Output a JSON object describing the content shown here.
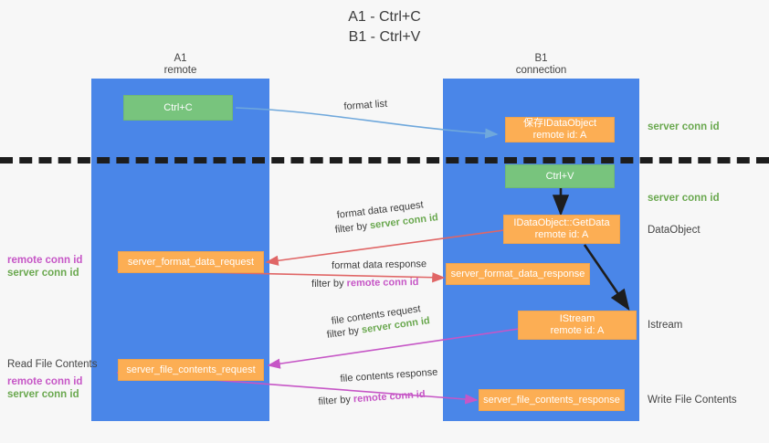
{
  "title": {
    "line1": "A1 - Ctrl+C",
    "line2": "B1 - Ctrl+V"
  },
  "colors": {
    "lane": "#4a86e8",
    "green_box": "#78c47d",
    "orange_box": "#fcae54",
    "server_conn": "#6aa84f",
    "remote_conn": "#c656c6",
    "arrow_blue": "#6fa8dc",
    "arrow_red": "#e06666",
    "arrow_magenta": "#c656c6",
    "arrow_black": "#1d1d1d",
    "divider": "#1d1d1d"
  },
  "lanes": [
    {
      "name": "A1",
      "sub": "remote"
    },
    {
      "name": "B1",
      "sub": "connection"
    }
  ],
  "boxes": {
    "ctrl_c": {
      "label": "Ctrl+C"
    },
    "ctrl_v": {
      "label": "Ctrl+V"
    },
    "set_clipboard": {
      "line1": "保存IDataObject",
      "line2": "remote id: A"
    },
    "getdata": {
      "line1": "IDataObject::GetData",
      "line2": "remote id: A"
    },
    "istream": {
      "line1": "IStream",
      "line2": "remote id: A"
    },
    "format_data_request": {
      "label": "server_format_data_request"
    },
    "format_data_response": {
      "label": "server_format_data_response"
    },
    "file_contents_request": {
      "label": "server_file_contents_request"
    },
    "file_contents_response": {
      "label": "server_file_contents_response"
    }
  },
  "annotations": {
    "format_list": "format list",
    "format_data_request": "format data request",
    "filter_by": "filter by ",
    "server_conn_id": "server conn id",
    "remote_conn_id": "remote conn id",
    "format_data_response": "format data response",
    "file_contents_request": "file contents request",
    "file_contents_response": "file contents response"
  },
  "right_labels": {
    "server_conn_top": "server conn id",
    "server_conn_mid": "server conn id",
    "dataobject": "DataObject",
    "istream": "Istream",
    "write_file_contents": "Write File Contents"
  },
  "left_labels": {
    "remote_conn_1": "remote conn id",
    "server_conn_1": "server conn id",
    "read_file_contents": "Read File Contents",
    "remote_conn_2": "remote conn id",
    "server_conn_2": "server conn id"
  }
}
